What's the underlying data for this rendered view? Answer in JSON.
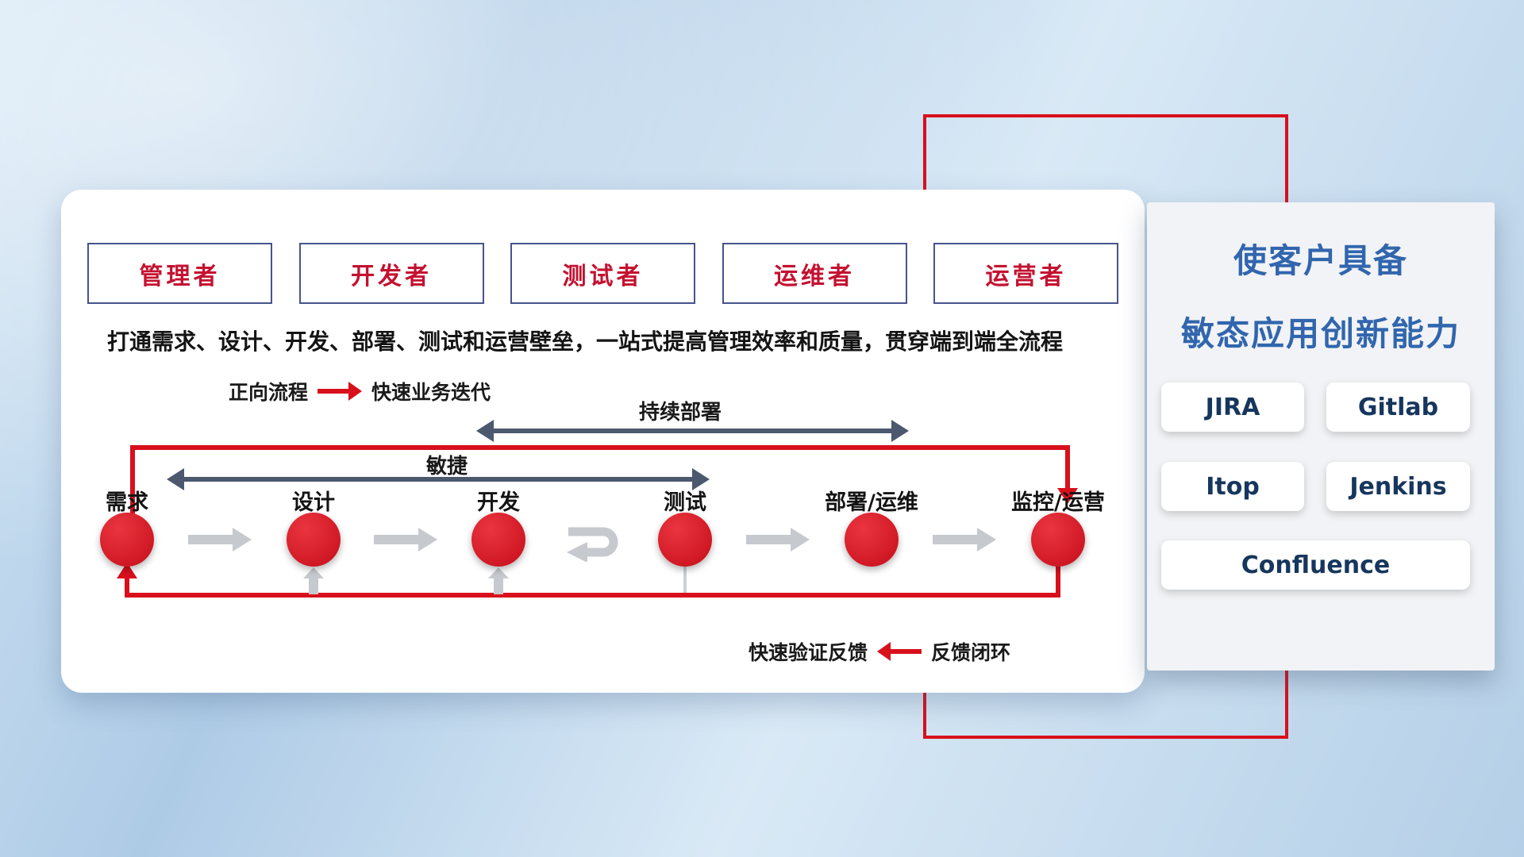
{
  "roles": [
    "管理者",
    "开发者",
    "测试者",
    "运维者",
    "运营者"
  ],
  "description": "打通需求、设计、开发、部署、测试和运营壁垒，一站式提高管理效率和质量，贯穿端到端全流程",
  "legend": {
    "forward_label": "正向流程",
    "forward_value": "快速业务迭代",
    "feedback_value": "快速验证反馈",
    "feedback_label": "反馈闭环"
  },
  "flow": {
    "span_deploy": "持续部署",
    "span_agile": "敏捷",
    "stages": [
      "需求",
      "设计",
      "开发",
      "测试",
      "部署/运维",
      "监控/运营"
    ]
  },
  "panel": {
    "title_line1": "使客户具备",
    "title_line2": "敏态应用创新能力",
    "tools": [
      "JIRA",
      "Gitlab",
      "Itop",
      "Jenkins",
      "Confluence"
    ]
  },
  "colors": {
    "red": "#d8101c",
    "dark_arrow": "#4b586e",
    "gray_arrow": "#c6c9cd",
    "role_text": "#c41230",
    "role_border": "#46548c",
    "title_blue": "#3166ae",
    "tool_text": "#17365d"
  }
}
